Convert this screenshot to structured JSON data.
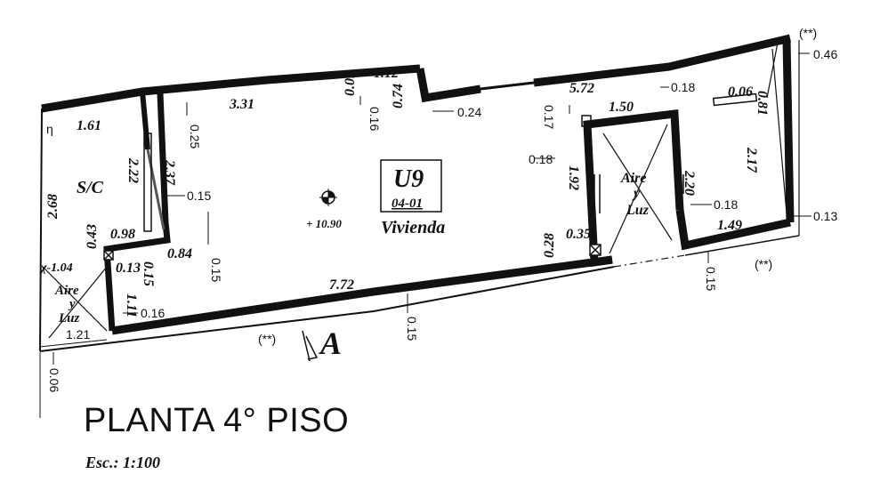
{
  "title": "PLANTA 4° PISO",
  "scale": "Esc.: 1:100",
  "unit": {
    "code": "U9",
    "sub": "04-01",
    "use": "Vivienda",
    "level": "+ 10.90"
  },
  "rooms": {
    "sc": "S/C",
    "aire1": [
      "Aire",
      "y",
      "Luz"
    ],
    "aire2": [
      "Aire",
      "y",
      "Luz"
    ]
  },
  "marks": {
    "section": "A",
    "note1": "(**)",
    "note2": "(**)",
    "note3": "(**)",
    "eta": "η",
    "chi": "χ-1.04"
  },
  "dims_bold": [
    "1.61",
    "3.31",
    "1.12",
    "0.74",
    "0.09",
    "5.72",
    "1.50",
    "0.06",
    "0.81",
    "2.17",
    "2.22",
    "2.37",
    "2.68",
    "0.98",
    "0.84",
    "0.43",
    "0.13",
    "0.15",
    "1.11",
    "7.72",
    "0.35",
    "0.28",
    "1.92",
    "2.20",
    "1.49"
  ],
  "dims_small": [
    "0.16",
    "0.24",
    "0.25",
    "0.17",
    "0.18",
    "0.46",
    "0.15",
    "0.15",
    "0.18",
    "0.18",
    "0.13",
    "0.15",
    "0.16",
    "1.21",
    "0.15",
    "0.06"
  ]
}
